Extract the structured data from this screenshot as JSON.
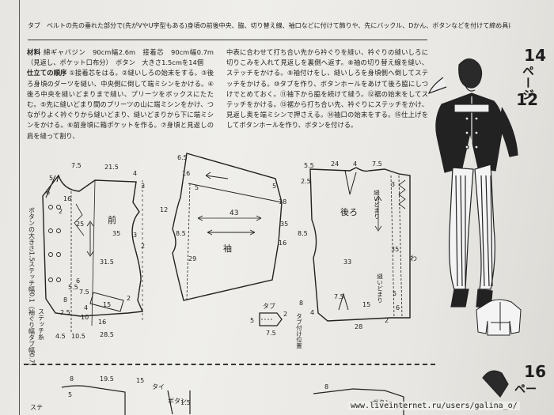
{
  "header": {
    "note": "タブ　ベルトの先の垂れた部分で(先がVやU字型もある)身頃の前後中央、脇、切り替え線、袖口などに付けて飾りや、先にバックル、Dかん、ボタンなどを付けて締め具にする。"
  },
  "instructions": {
    "materials_label": "材料",
    "materials": "綿ギャバジン　90cm幅2.6m　接着芯　90cm幅0.7m（見返し、ポケット口布分）　ボタン　大きさ1.5cmを14個",
    "steps_label": "仕立ての順序",
    "steps_col1": "①接着芯をはる。②縫いしろの始末をする。③後ろ身頃のダーツを縫い、中央側に倒して端ミシンをかける。④後ろ中央を縫いどまりまで縫い、プリーツをボックスにたたむ。⑤先に縫いどまり間のプリーツの山に端ミシンをかけ、つながりよく衿ぐりから縫いどまり、縫いどまりから下に端ミシンをかける。⑥前身頃に箱ポケットを作る。⑦身頃と見返しの肩を縫って割り、",
    "steps_col2": "中表に合わせて打ち合い先から衿ぐりを縫い、衿ぐりの縫いしろに切りこみを入れて見返しを裏側へ返す。⑧袖の切り替え線を縫い、ステッチをかける。⑨袖付けをし、縫いしろを身頃側へ倒してステッチをかける。⑩タブを作り、ボタンホールをあけて後ろ脇にしつけでとめておく。⑪袖下から脇を続けて縫う。⑫裾の始末をしてステッチをかける。⑬裾から打ち合い先、衿ぐりにステッチをかけ、見返し奥を端ミシンで押さえる。⑭袖口の始末をする。⑮仕上げをしてボタンホールを作り、ボタンを付ける。"
  },
  "page_marker": {
    "number": "14",
    "word": "ページ",
    "sub": "12"
  },
  "page_marker_next": {
    "number": "16",
    "word": "ペー"
  },
  "front_piece": {
    "name": "前",
    "measures": [
      "7.5",
      "21.5",
      "4",
      "3",
      "5",
      "6",
      "16",
      "2",
      "25",
      "35",
      "31.5",
      "3",
      "2",
      "7.5",
      "15",
      "2",
      "4.5",
      "10.5",
      "28.5",
      "10",
      "16",
      "4",
      "6",
      "8",
      "5.5",
      "2.5"
    ],
    "notes": [
      "ボタンの大きさ1.5",
      "ステッチ幅0.1（袖ぐり幅タブ幅0.7）",
      "ステッチ糸"
    ]
  },
  "sleeve_piece": {
    "name": "袖",
    "measures": [
      "6.5",
      "16",
      "43",
      "12",
      "18",
      "8.5",
      "5",
      "29",
      "35",
      "16",
      "5"
    ]
  },
  "back_piece": {
    "name": "後ろ",
    "measures": [
      "5.5",
      "24",
      "4",
      "7.5",
      "2.5",
      "3",
      "8.5",
      "35",
      "33",
      "7.5",
      "4",
      "28",
      "15",
      "2",
      "6",
      "8",
      "5"
    ],
    "notes": [
      "縫いどまり",
      "縫いどまり",
      "タブ付け位置",
      "わ"
    ]
  },
  "tab_piece": {
    "name": "タブ",
    "measures": [
      "5",
      "7.5",
      "2"
    ]
  },
  "bottom_labels": {
    "a": "タイ",
    "b": "ボタン",
    "c": "ステ",
    "d": "ボタン",
    "e": "ステ"
  },
  "bottom_measures": [
    "8",
    "19.5",
    "15",
    "8",
    "5",
    "1.5"
  ],
  "watermark": "www.liveinternet.ru/users/galina_o/"
}
